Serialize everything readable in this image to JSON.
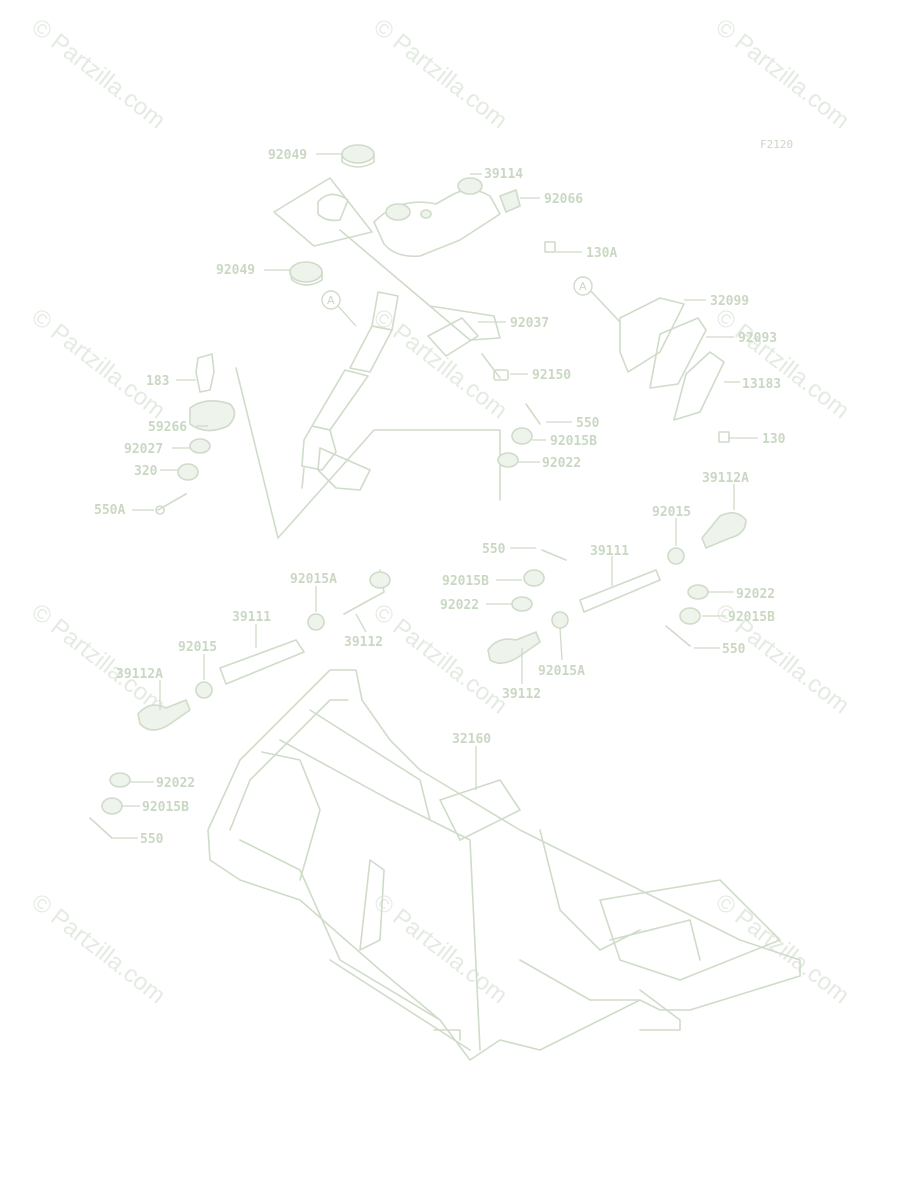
{
  "watermark": "© Partzilla.com",
  "figure_code": "F2120",
  "callout_letter": "A",
  "part_labels": {
    "p92049_top": "92049",
    "p39114": "39114",
    "p92066": "92066",
    "p92049_mid": "92049",
    "p130A": "130A",
    "p32099": "32099",
    "p92037": "92037",
    "p92093": "92093",
    "p183": "183",
    "p92150": "92150",
    "p13183": "13183",
    "p59266": "59266",
    "p550_r": "550",
    "p92015B_r": "92015B",
    "p130": "130",
    "p92027": "92027",
    "p92022_r": "92022",
    "p320": "320",
    "p39112A_r": "39112A",
    "p550A": "550A",
    "p92015_r": "92015",
    "p550_m": "550",
    "p39111_r": "39111",
    "p92015A_l": "92015A",
    "p92015B_m": "92015B",
    "p92022_rr": "92022",
    "p92022_m": "92022",
    "p92015B_rr": "92015B",
    "p39111_l": "39111",
    "p39112_l": "39112",
    "p550_rr": "550",
    "p92015_l": "92015",
    "p92015A_m": "92015A",
    "p39112A_l": "39112A",
    "p39112_m": "39112",
    "p32160": "32160",
    "p92022_l": "92022",
    "p92015B_l": "92015B",
    "p550_l": "550"
  }
}
